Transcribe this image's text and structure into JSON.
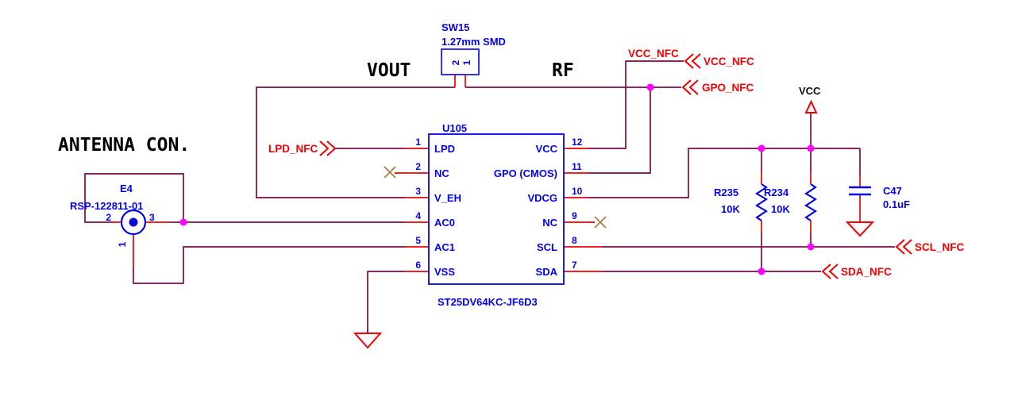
{
  "title": "ANTENNA CON.",
  "net_labels": {
    "vout": "VOUT",
    "rf": "RF",
    "lpd_nfc": "LPD_NFC",
    "vcc_nfc_wire": "VCC_NFC",
    "vcc_nfc_flag": "VCC_NFC",
    "gpo_nfc": "GPO_NFC",
    "scl_nfc": "SCL_NFC",
    "sda_nfc": "SDA_NFC"
  },
  "power": {
    "vcc": "VCC"
  },
  "connector": {
    "ref": "E4",
    "part": "RSP-122811-01",
    "pin2": "2",
    "pin3": "3",
    "pin1": "1"
  },
  "switch": {
    "ref": "SW15",
    "desc": "1.27mm SMD",
    "pin2": "2",
    "pin1": "1"
  },
  "chip": {
    "ref": "U105",
    "part": "ST25DV64KC-JF6D3",
    "left_pins": [
      {
        "num": "1",
        "name": "LPD"
      },
      {
        "num": "2",
        "name": "NC"
      },
      {
        "num": "3",
        "name": "V_EH"
      },
      {
        "num": "4",
        "name": "AC0"
      },
      {
        "num": "5",
        "name": "AC1"
      },
      {
        "num": "6",
        "name": "VSS"
      }
    ],
    "right_pins": [
      {
        "num": "12",
        "name": "VCC"
      },
      {
        "num": "11",
        "name": "GPO (CMOS)"
      },
      {
        "num": "10",
        "name": "VDCG"
      },
      {
        "num": "9",
        "name": "NC"
      },
      {
        "num": "8",
        "name": "SCL"
      },
      {
        "num": "7",
        "name": "SDA"
      }
    ]
  },
  "resistors": [
    {
      "ref": "R235",
      "value": "10K"
    },
    {
      "ref": "R234",
      "value": "10K"
    }
  ],
  "capacitor": {
    "ref": "C47",
    "value": "0.1uF"
  },
  "colors": {
    "wire": "#7a0b49",
    "pin": "#f40000",
    "symbol": "#0202f2",
    "junction": "#ff00ff",
    "nc_x": "#ab7b3e"
  }
}
